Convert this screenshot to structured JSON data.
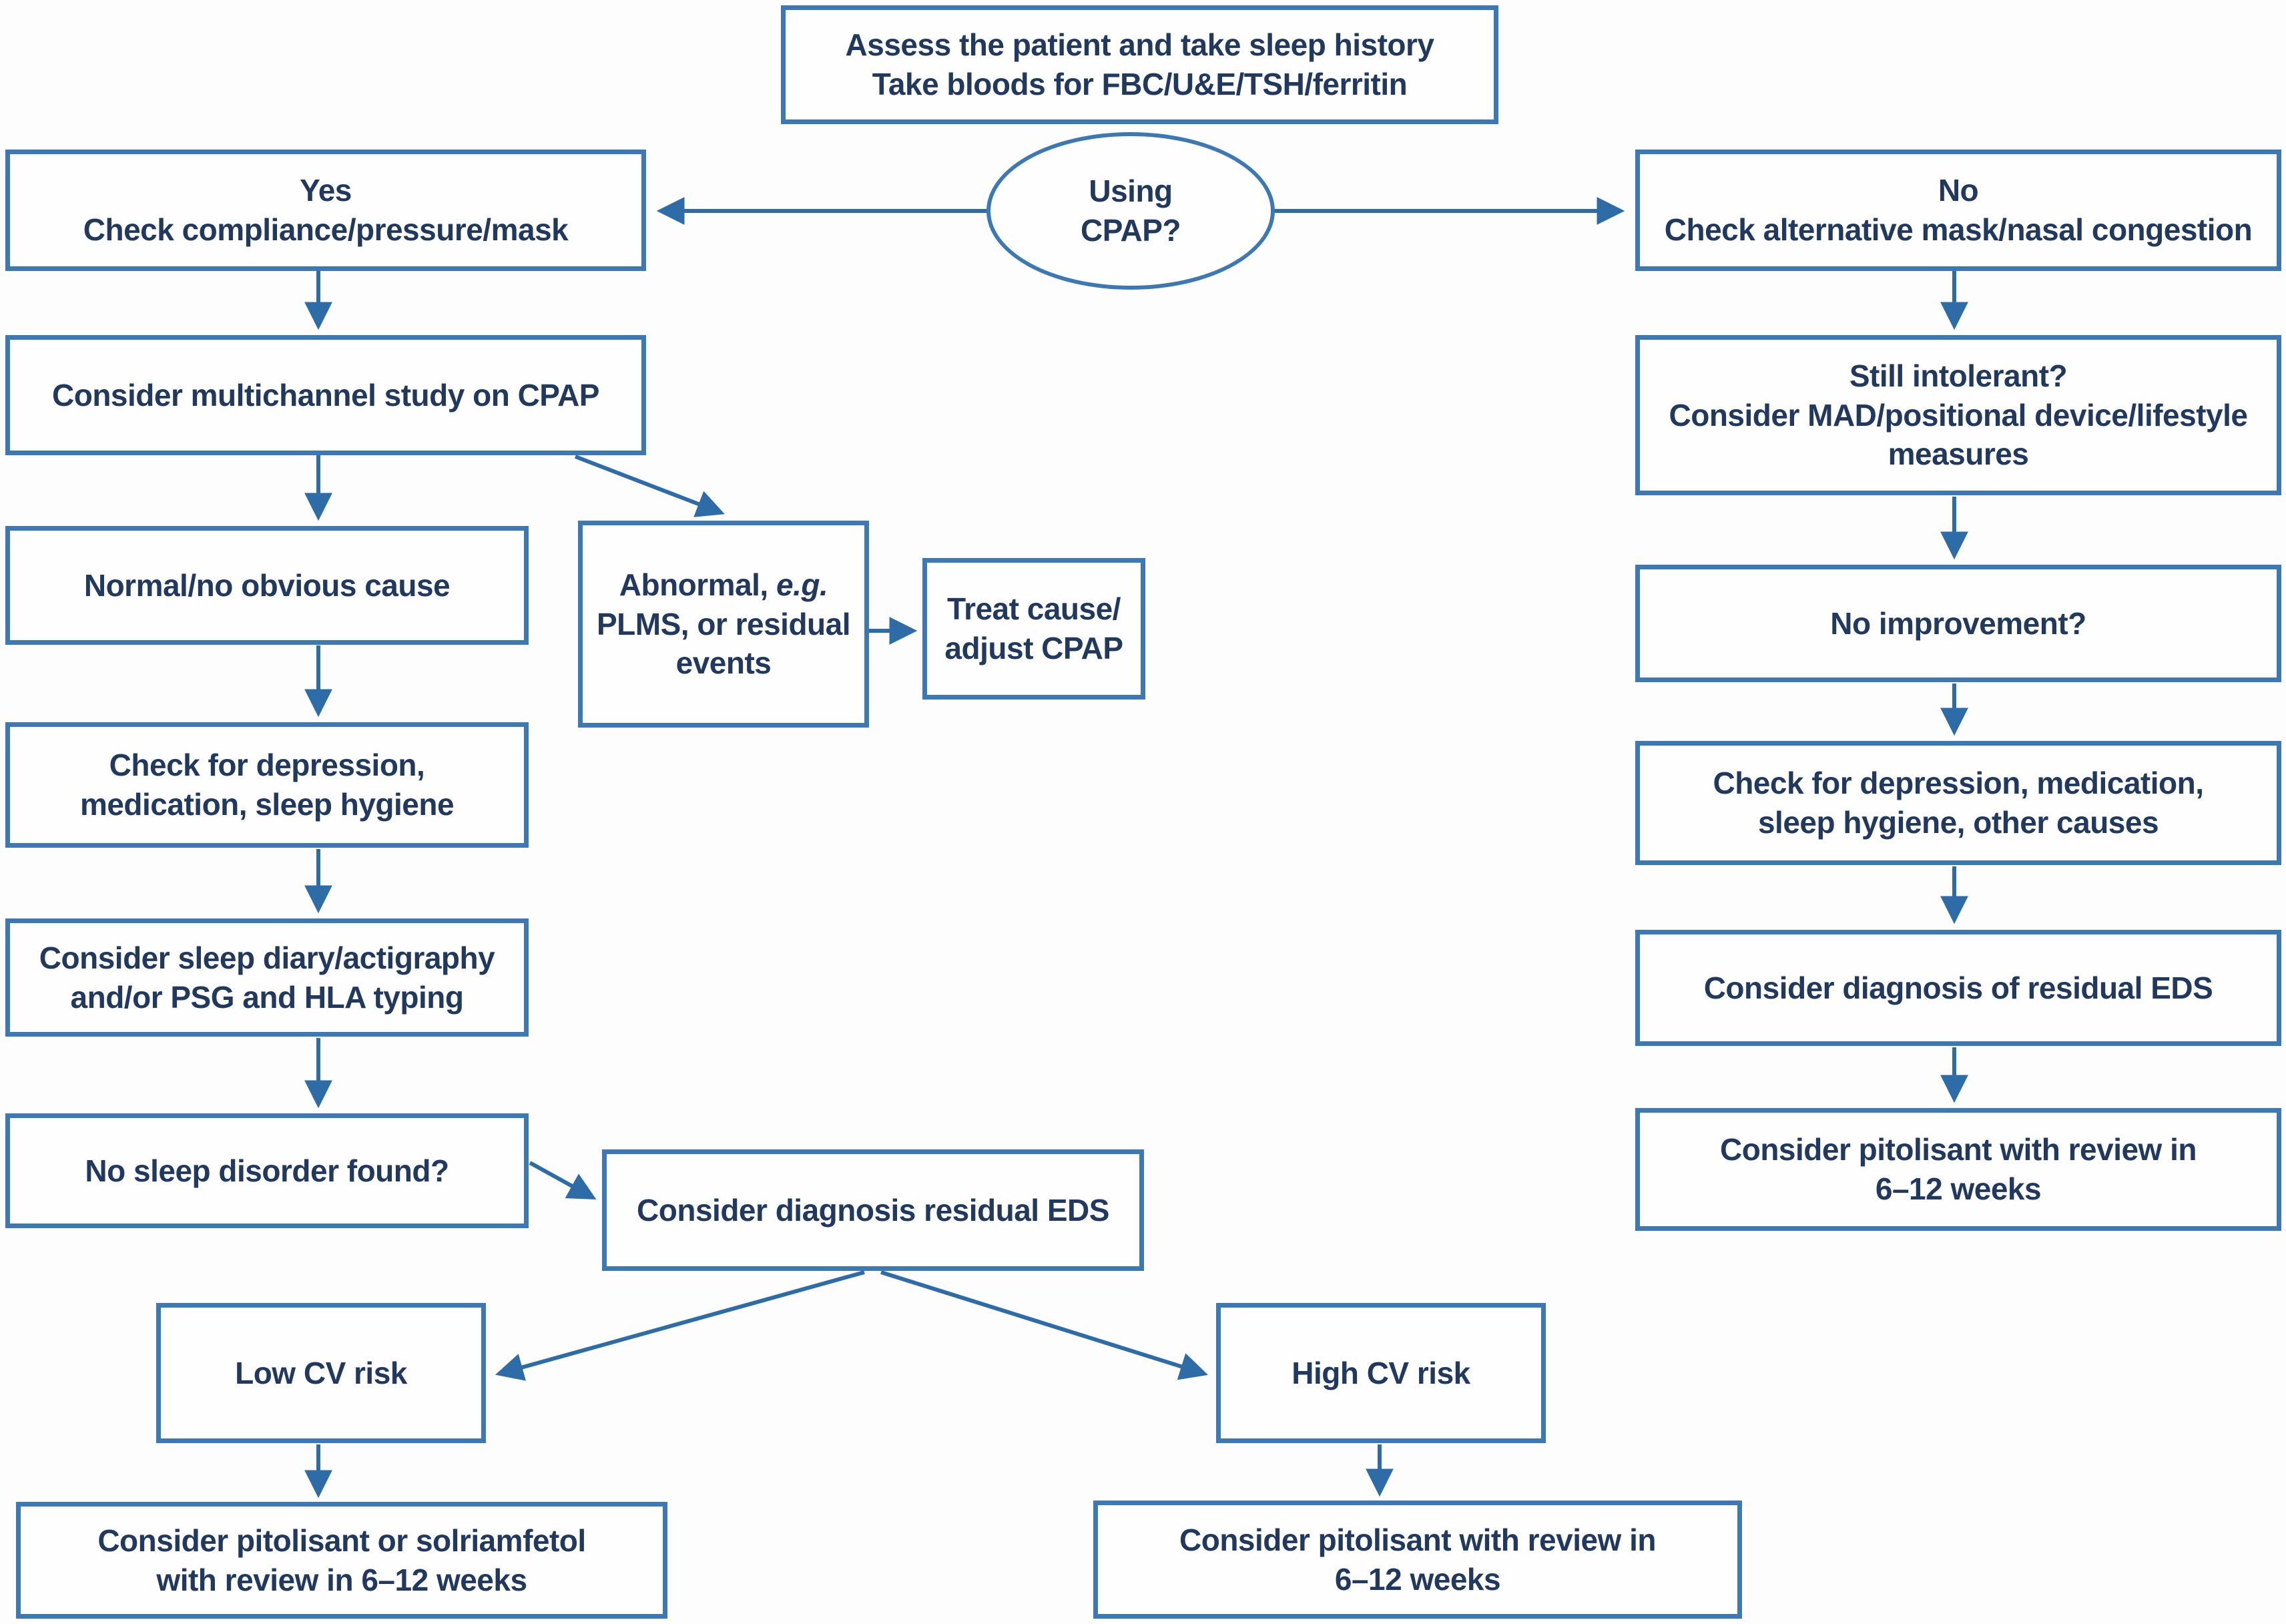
{
  "diagram": {
    "type": "flowchart",
    "topic": "Management of residual excessive daytime sleepiness in patients using or not using CPAP",
    "colors": {
      "box_border": "#3c79b4",
      "text": "#21395f",
      "arrow": "#2e6ca8",
      "background": "#fdfdfd"
    }
  },
  "nodes": {
    "assess": {
      "label": "Assess the patient and take sleep history\nTake bloods for FBC/U&E/TSH/ferritin"
    },
    "using_cpap": {
      "label": "Using\nCPAP?"
    },
    "yes_branch": {
      "label": "Yes\nCheck compliance/pressure/mask"
    },
    "no_branch": {
      "label": "No\nCheck alternative mask/nasal congestion"
    },
    "multichannel": {
      "label": "Consider multichannel study on CPAP"
    },
    "normal_cause": {
      "label": "Normal/no obvious cause"
    },
    "abnormal": {
      "line1_pre": "Abnormal, ",
      "line1_em": "e.g.",
      "line2": "\nPLMS, or residual\nevents"
    },
    "treat_cause": {
      "label": "Treat cause/\nadjust CPAP"
    },
    "depression_left": {
      "label": "Check for depression,\nmedication, sleep hygiene"
    },
    "sleep_diary": {
      "label": "Consider sleep diary/actigraphy\nand/or PSG and HLA typing"
    },
    "no_disorder": {
      "label": "No sleep disorder found?"
    },
    "residual_eds_left": {
      "label": "Consider diagnosis residual EDS"
    },
    "low_cv": {
      "label": "Low CV risk"
    },
    "high_cv": {
      "label": "High CV risk"
    },
    "pitolisant_solriamfetol": {
      "label": "Consider pitolisant or solriamfetol\nwith review in 6–12 weeks"
    },
    "pitolisant_high_cv": {
      "label": "Consider pitolisant with review in\n6–12 weeks"
    },
    "still_intolerant": {
      "label": "Still intolerant?\nConsider MAD/positional device/lifestyle\nmeasures"
    },
    "no_improvement": {
      "label": "No improvement?"
    },
    "depression_right": {
      "label": "Check for depression, medication,\nsleep hygiene, other causes"
    },
    "residual_eds_right": {
      "label": "Consider diagnosis of residual EDS"
    },
    "pitolisant_right": {
      "label": "Consider pitolisant with review in\n6–12 weeks"
    }
  }
}
